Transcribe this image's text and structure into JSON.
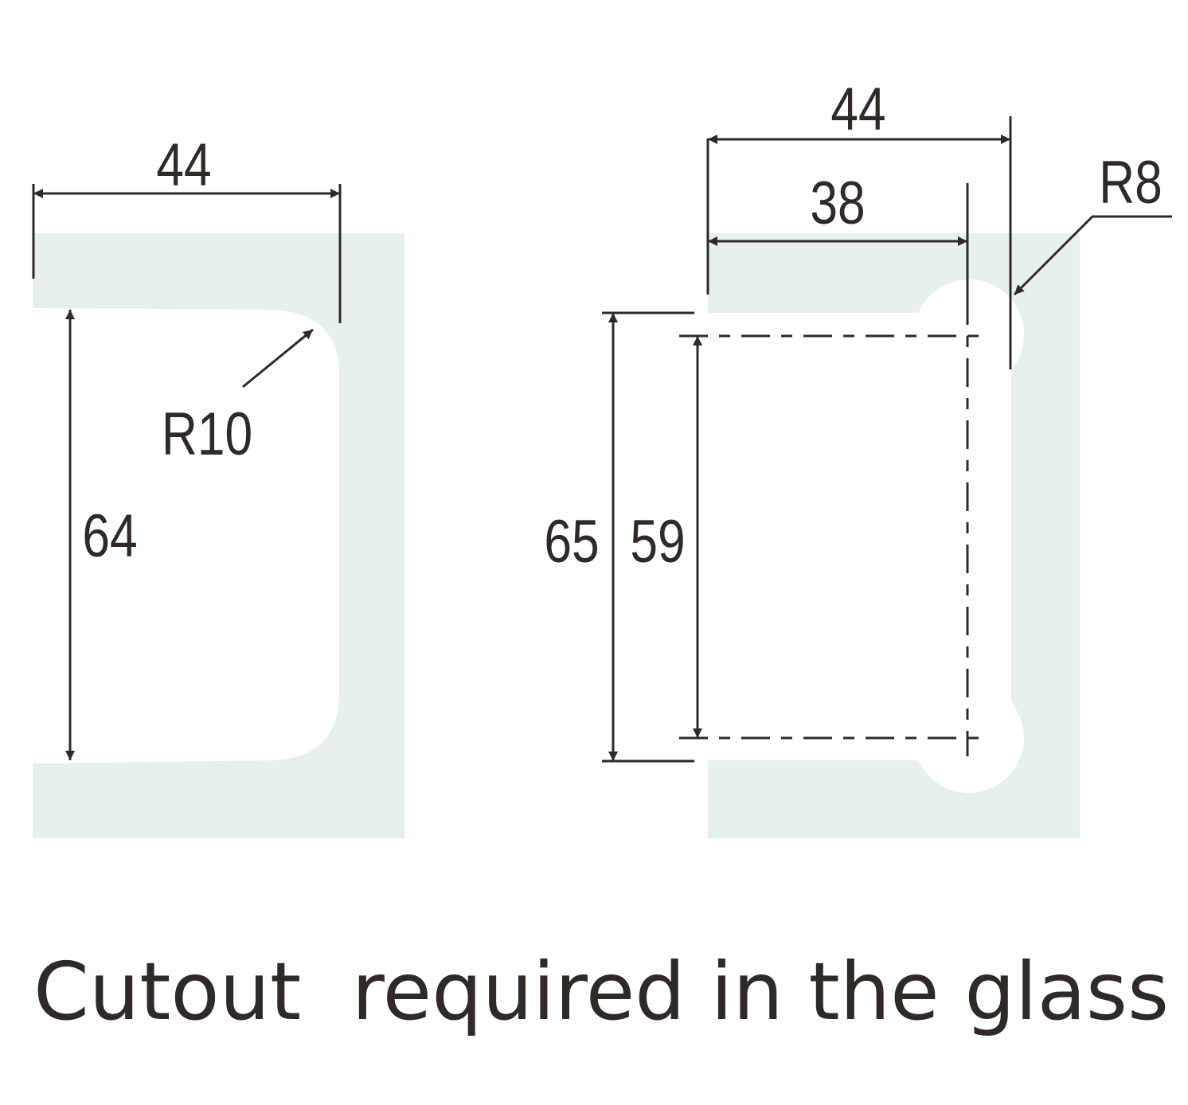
{
  "colors": {
    "glass": "#e6f1ee",
    "ink": "#2f2a27",
    "background": "#ffffff"
  },
  "left_cutout": {
    "width_label": "44",
    "height_label": "64",
    "radius_label": "R10"
  },
  "right_cutout": {
    "outer_width_label": "44",
    "inner_width_label": "38",
    "outer_height_label": "65",
    "inner_height_label": "59",
    "radius_label": "R8"
  },
  "caption": "Cutout  required in the glass"
}
